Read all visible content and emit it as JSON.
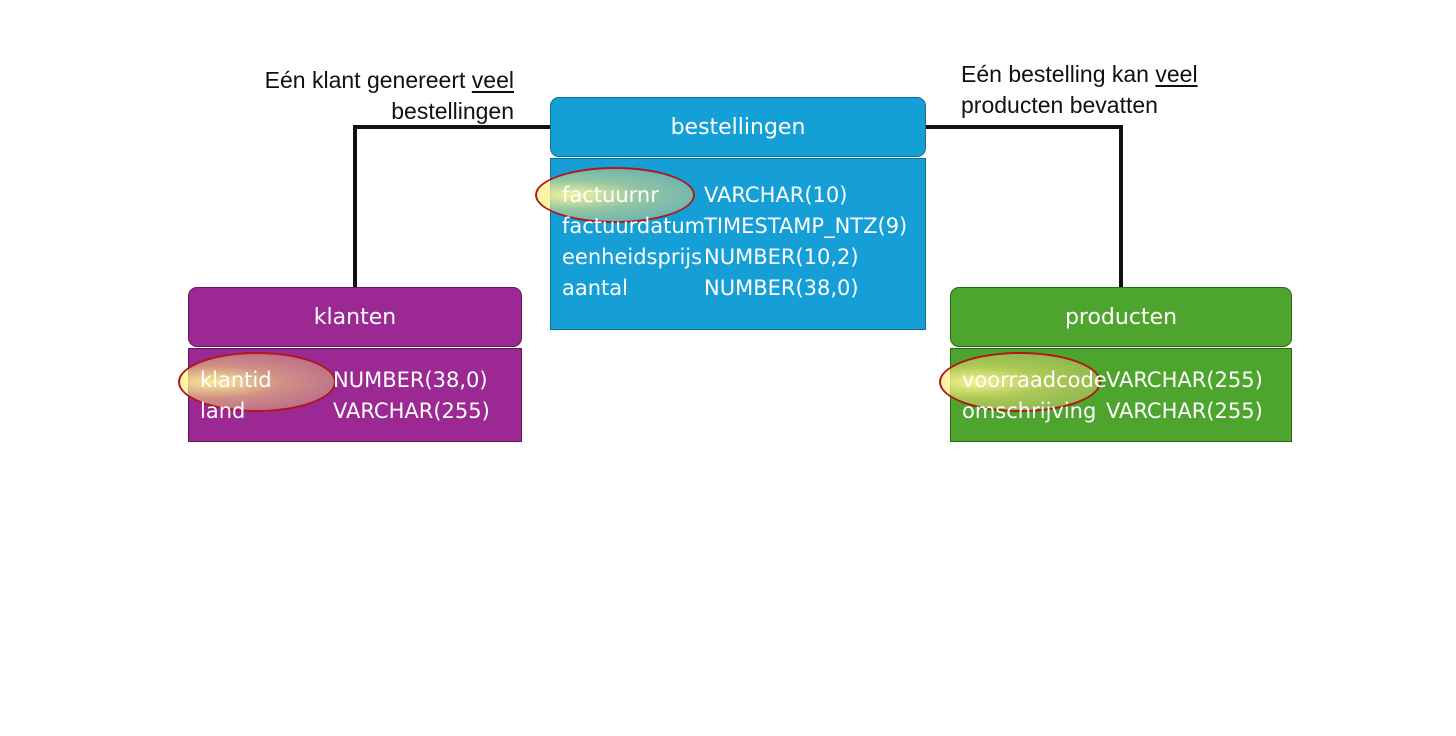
{
  "notes": {
    "left": {
      "line1_prefix": "Eén klant genereert ",
      "line1_emph": "veel",
      "line2": "bestellingen"
    },
    "right": {
      "line1_prefix": "Eén bestelling kan ",
      "line1_emph": "veel",
      "line2": "producten bevatten"
    }
  },
  "entities": {
    "bestellingen": {
      "title": "bestellingen",
      "color": "#149fd6",
      "primary_key": "factuurnr",
      "attributes": [
        {
          "name": "factuurnr",
          "type": "VARCHAR(10)"
        },
        {
          "name": "factuurdatum",
          "type": "TIMESTAMP_NTZ(9)"
        },
        {
          "name": "eenheidsprijs",
          "type": "NUMBER(10,2)"
        },
        {
          "name": "aantal",
          "type": "NUMBER(38,0)"
        }
      ]
    },
    "klanten": {
      "title": "klanten",
      "color": "#9c2894",
      "primary_key": "klantid",
      "attributes": [
        {
          "name": "klantid",
          "type": "NUMBER(38,0)"
        },
        {
          "name": "land",
          "type": "VARCHAR(255)"
        }
      ]
    },
    "producten": {
      "title": "producten",
      "color": "#4ea52e",
      "primary_key": "voorraadcode",
      "attributes": [
        {
          "name": "voorraadcode",
          "type": "VARCHAR(255)"
        },
        {
          "name": "omschrijving",
          "type": "VARCHAR(255)"
        }
      ]
    }
  },
  "highlight_color": "#b01818"
}
